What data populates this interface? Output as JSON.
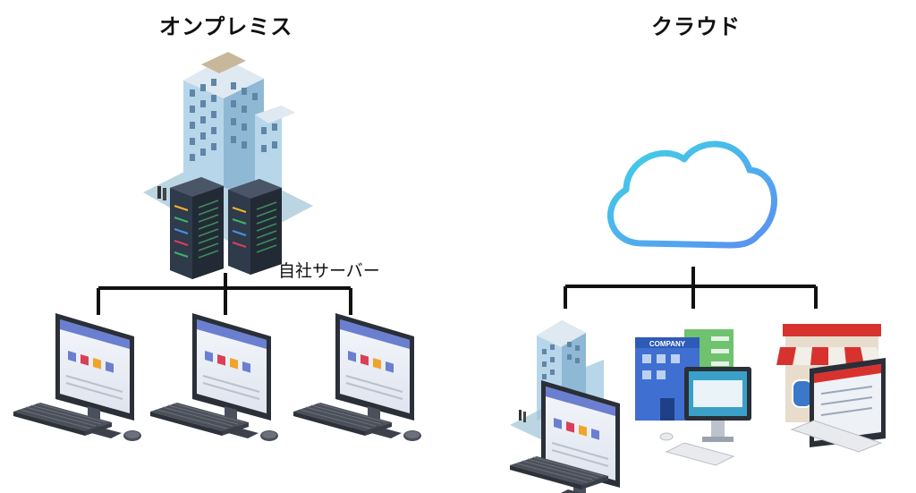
{
  "onprem": {
    "title": "オンプレミス",
    "server_label": "自社サーバー"
  },
  "cloud": {
    "title": "クラウド",
    "company_sign": "COMPANY"
  },
  "colors": {
    "line": "#111111",
    "cloud_gradient_start": "#3fd3e8",
    "cloud_gradient_end": "#5b8ff0",
    "building": "#a9cde6",
    "rack": "#2f3a4a",
    "shop_awning_red": "#d8322e"
  }
}
